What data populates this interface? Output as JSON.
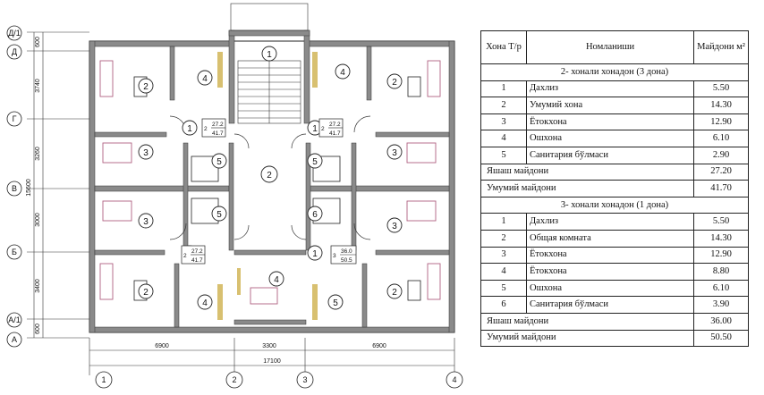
{
  "axes": {
    "horizontal": [
      "Д/1",
      "Д",
      "Г",
      "В",
      "Б",
      "А/1",
      "А"
    ],
    "vertical": [
      "1",
      "2",
      "3",
      "4"
    ]
  },
  "dimensions": {
    "left_vertical": [
      "3740",
      "3260",
      "3000",
      "3400"
    ],
    "left_small": [
      "600",
      "600"
    ],
    "left_outer": "15600",
    "bottom": [
      "6900",
      "3300",
      "6900"
    ],
    "bottom_total": "17100"
  },
  "rooms": {
    "tl_living": "2",
    "tl_kitchen": "4",
    "tl_hall": "1",
    "tl_bed": "3",
    "tl_bath": "5",
    "bl_bed": "3",
    "bl_bath": "5",
    "bl_hall": "1",
    "bl_living": "2",
    "bl_kitchen": "4",
    "stair": "1",
    "corridor": "2",
    "bc_kitchen": "4",
    "tr_kitchen": "4",
    "tr_living": "2",
    "tr_hall": "1",
    "tr_bed": "3",
    "tr_bath": "5",
    "br_bath": "6",
    "br_bed": "3",
    "br_hall": "1",
    "br_living": "2",
    "br_bath2": "5"
  },
  "area_tags": {
    "tl": {
      "n": "2",
      "a": "27.2",
      "b": "41.7"
    },
    "tr": {
      "n": "2",
      "a": "27.2",
      "b": "41.7"
    },
    "bl": {
      "n": "2",
      "a": "27.2",
      "b": "41.7"
    },
    "br": {
      "n": "3",
      "a": "36.0",
      "b": "50.5"
    }
  },
  "table": {
    "head": {
      "col1": "Хона Т/р",
      "col2": "Номланиши",
      "col3": "Майдони м²"
    },
    "section1": {
      "title": "2- хонали хонадон (3 дона)",
      "rows": [
        {
          "n": "1",
          "name": "Дахлиз",
          "area": "5.50"
        },
        {
          "n": "2",
          "name": "Умумий хона",
          "area": "14.30"
        },
        {
          "n": "3",
          "name": "Ётокхона",
          "area": "12.90"
        },
        {
          "n": "4",
          "name": "Ошхона",
          "area": "6.10"
        },
        {
          "n": "5",
          "name": "Санитария бўлмаси",
          "area": "2.90"
        }
      ],
      "living_label": "Яшаш майдони",
      "living": "27.20",
      "total_label": "Умумий майдони",
      "total": "41.70"
    },
    "section2": {
      "title": "3- хонали хонадон (1 дона)",
      "rows": [
        {
          "n": "1",
          "name": "Дахлиз",
          "area": "5.50"
        },
        {
          "n": "2",
          "name": "Общая комната",
          "area": "14.30"
        },
        {
          "n": "3",
          "name": "Ётокхона",
          "area": "12.90"
        },
        {
          "n": "4",
          "name": "Ётокхона",
          "area": "8.80"
        },
        {
          "n": "5",
          "name": "Ошхона",
          "area": "6.10"
        },
        {
          "n": "6",
          "name": "Санитария бўлмаси",
          "area": "3.90"
        }
      ],
      "living_label": "Яшаш майдони",
      "living": "36.00",
      "total_label": "Умумий майдони",
      "total": "50.50"
    }
  }
}
